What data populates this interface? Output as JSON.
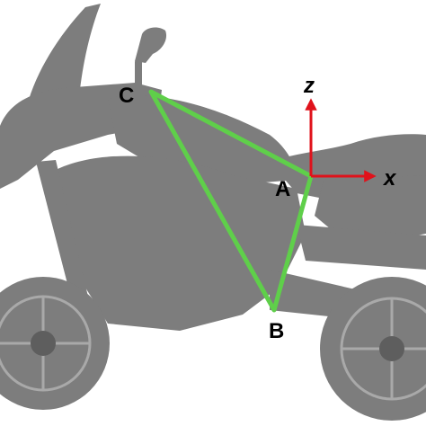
{
  "points": {
    "A": "A",
    "B": "B",
    "C": "C"
  },
  "axes": {
    "x": "x",
    "z": "z"
  },
  "colors": {
    "motorcycle": "#7d7d7d",
    "triangle": "#5fcf4a",
    "axes": "#e0121b",
    "labels": "#000000"
  },
  "icons": {
    "silhouette": "motorcycle-silhouette"
  }
}
